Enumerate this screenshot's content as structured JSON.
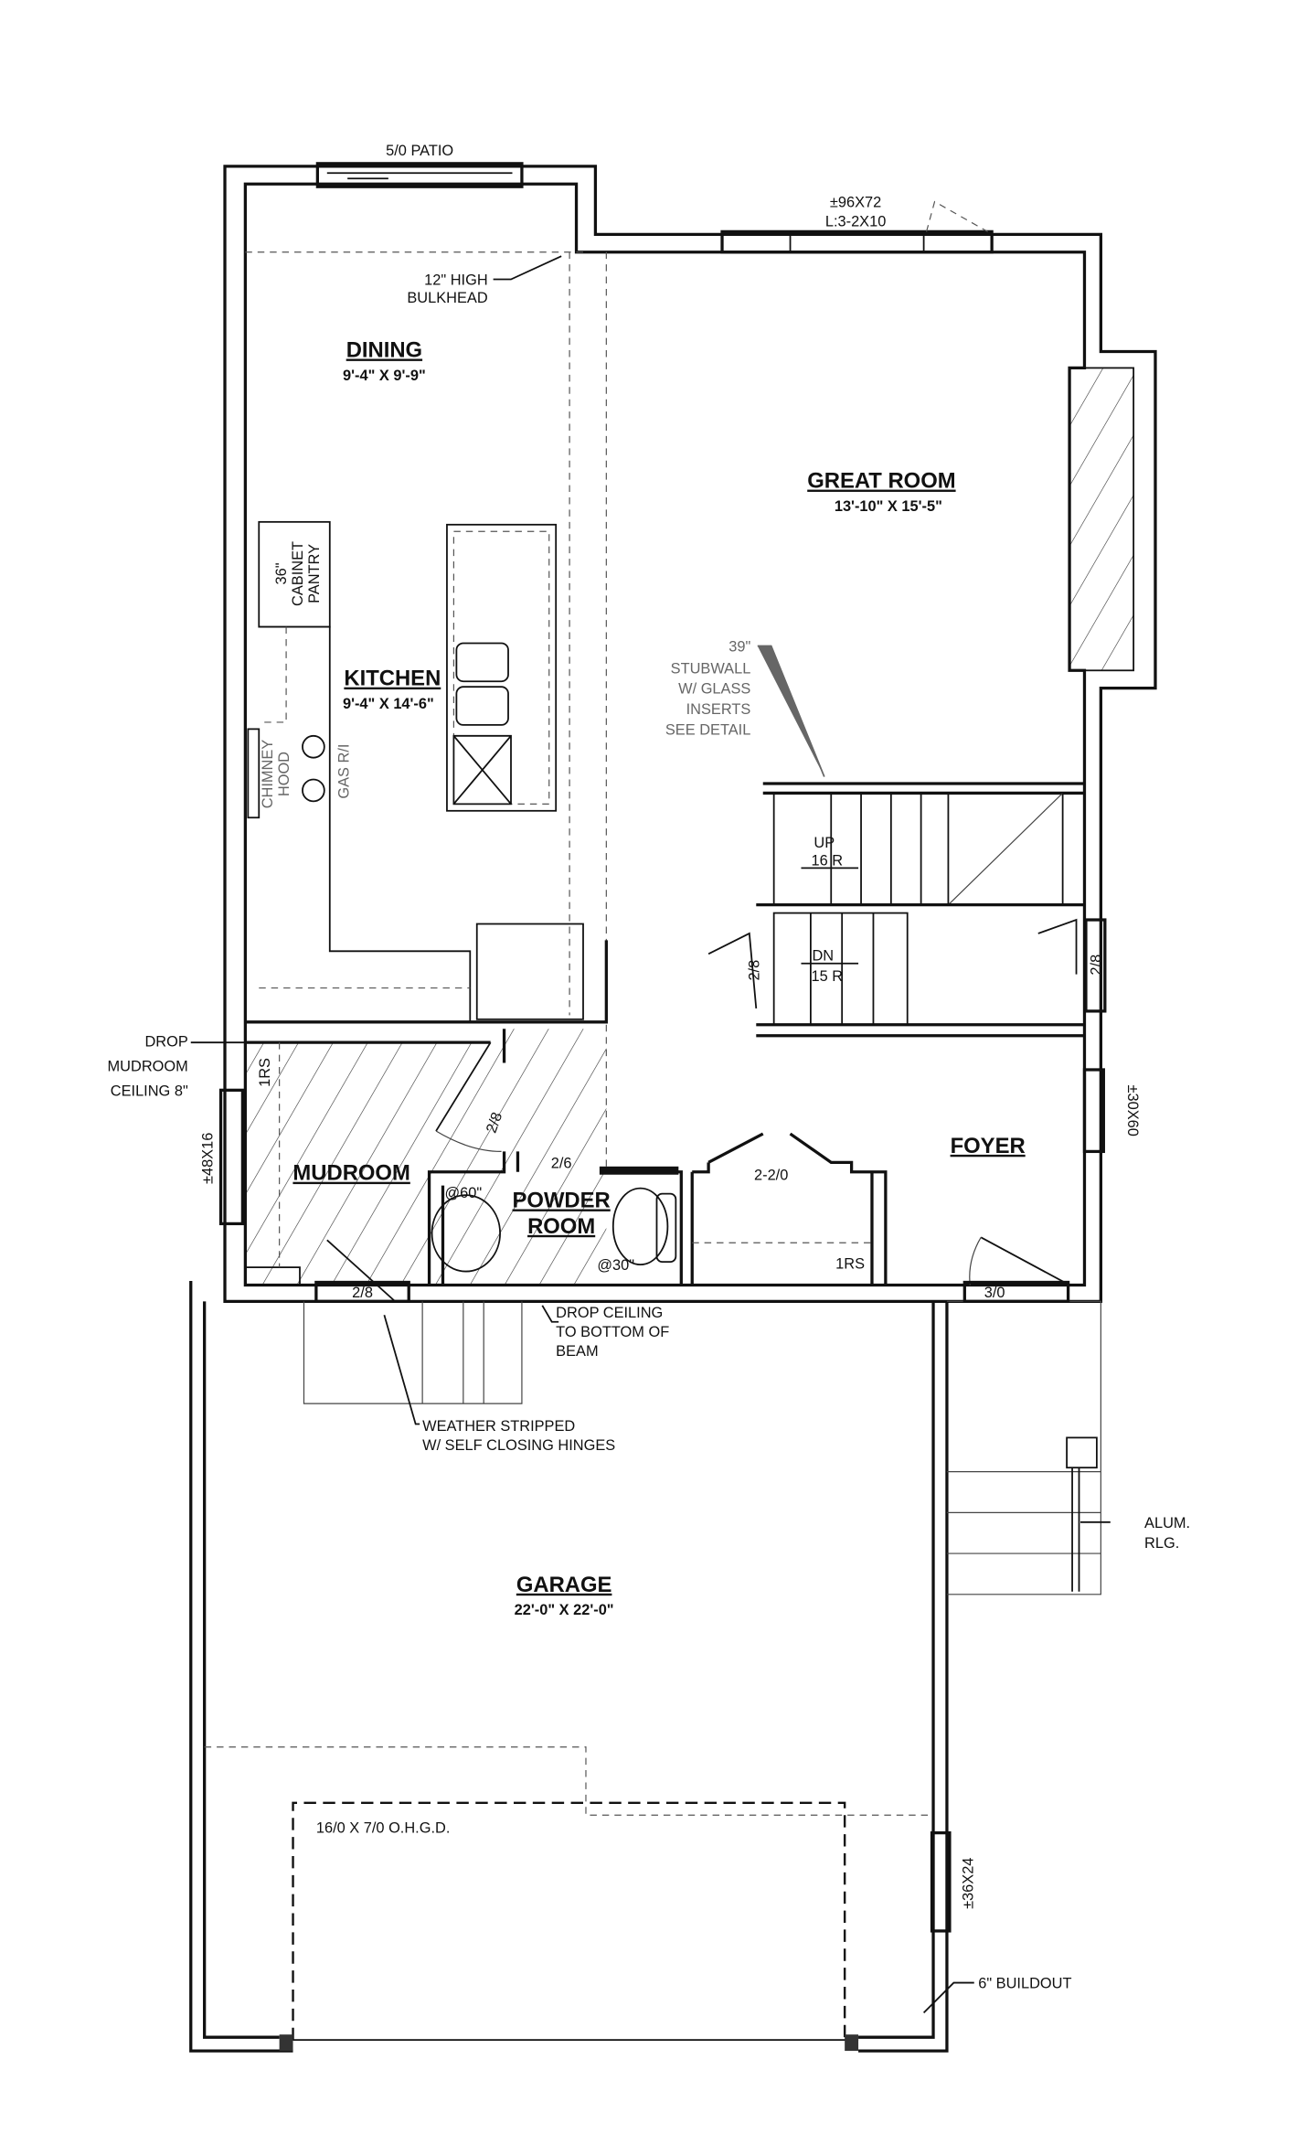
{
  "rooms": {
    "dining": {
      "name": "DINING",
      "size": "9'-4\" X 9'-9\""
    },
    "great_room": {
      "name": "GREAT ROOM",
      "size": "13'-10\" X 15'-5\""
    },
    "kitchen": {
      "name": "KITCHEN",
      "size": "9'-4\" X 14'-6\""
    },
    "mudroom": {
      "name": "MUDROOM"
    },
    "powder_room": {
      "name_1": "POWDER",
      "name_2": "ROOM"
    },
    "foyer": {
      "name": "FOYER"
    },
    "garage": {
      "name": "GARAGE",
      "size": "22'-0\" X 22'-0\""
    }
  },
  "openings": {
    "patio": "5/0 PATIO",
    "great_window_1": "±96X72",
    "great_window_2": "L:3-2X10",
    "mud_window": "±48X16",
    "foyer_window": "±30X60",
    "garage_window": "±36X24",
    "door_mud_garage": "2/8",
    "door_mud": "2/8",
    "door_powder": "2/6",
    "door_closet": "2-2/0",
    "door_front": "3/0",
    "door_stair_left": "2/8",
    "door_stair_right": "2/8",
    "ohgd": "16/0 X 7/0 O.H.G.D."
  },
  "notes": {
    "bulkhead_1": "12\" HIGH",
    "bulkhead_2": "BULKHEAD",
    "pantry_1": "36\"",
    "pantry_2": "CABINET",
    "pantry_3": "PANTRY",
    "chimney_1": "CHIMNEY",
    "chimney_2": "HOOD",
    "gas": "GAS R/I",
    "stub_1": "39\"",
    "stub_2": "STUBWALL",
    "stub_3": "W/ GLASS",
    "stub_4": "INSERTS",
    "stub_5": "SEE DETAIL",
    "stair_up": "UP",
    "stair_up_r": "16 R",
    "stair_dn": "DN",
    "stair_dn_r": "15 R",
    "drop_mud_1": "DROP",
    "drop_mud_2": "MUDROOM",
    "drop_mud_3": "CEILING 8\"",
    "rs_mud": "1RS",
    "rs_closet": "1RS",
    "sink_h": "@60\"",
    "wc_h": "@30\"",
    "drop_ceiling_1": "DROP CEILING",
    "drop_ceiling_2": "TO BOTTOM OF",
    "drop_ceiling_3": "BEAM",
    "weather_1": "WEATHER STRIPPED",
    "weather_2": "W/ SELF CLOSING HINGES",
    "alum_1": "ALUM.",
    "alum_2": "RLG.",
    "buildout": "6\" BUILDOUT"
  }
}
